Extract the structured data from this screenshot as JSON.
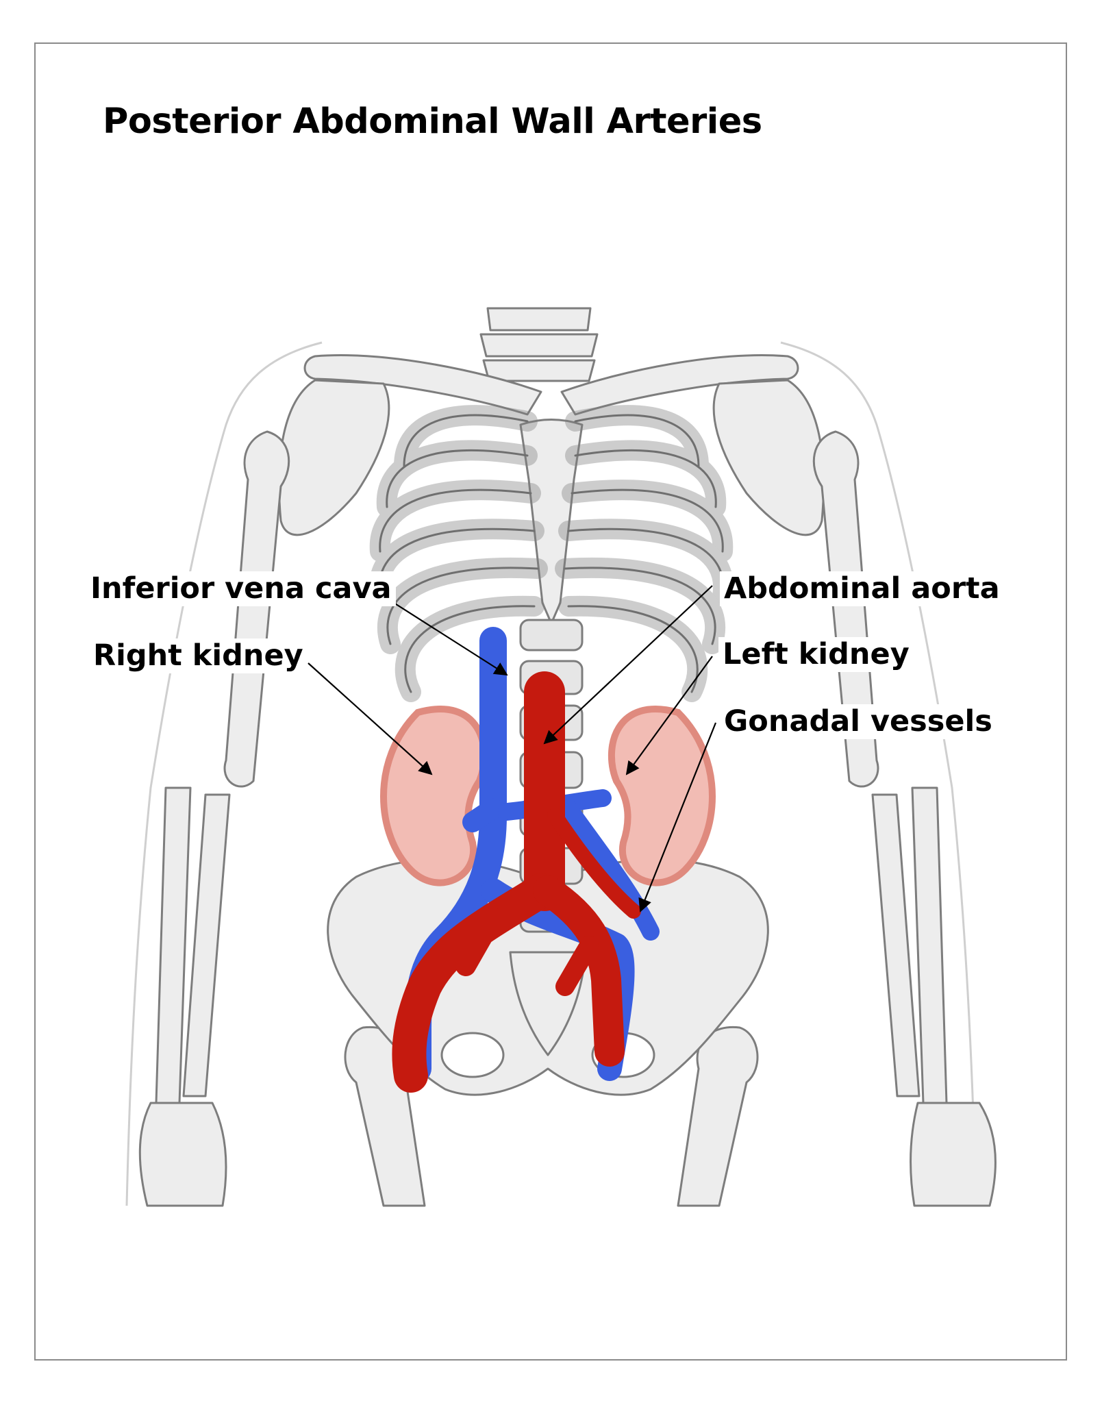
{
  "title": "Posterior Abdominal Wall Arteries",
  "labels": {
    "inferior_vena_cava": "Inferior vena cava",
    "right_kidney": "Right kidney",
    "abdominal_aorta": "Abdominal aorta",
    "left_kidney": "Left kidney",
    "gonadal_vessels": "Gonadal vessels"
  },
  "colors": {
    "vein": "#3a5fe0",
    "artery": "#c51a0f",
    "kidney_fill": "#f2bcb4",
    "kidney_edge": "#df8a7e",
    "bone_fill": "#ededed",
    "bone_line": "#7d7d7d"
  },
  "icons": [
    "skeleton-illustration",
    "arrow-pointer"
  ]
}
